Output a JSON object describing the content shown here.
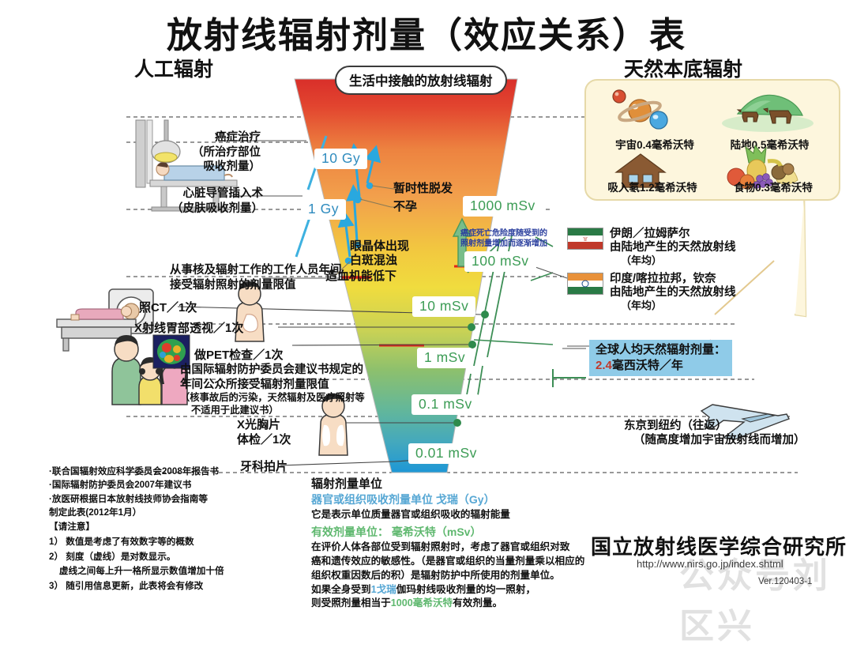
{
  "title": "放射线辐射剂量（效应关系）表",
  "headings": {
    "left": "人工辐射",
    "right": "天然本底辐射",
    "bubble": "生活中接触的放射线辐射"
  },
  "scale": {
    "chips": [
      {
        "label": "10 Gy",
        "unit": "Gy"
      },
      {
        "label": "1 Gy",
        "unit": "Gy"
      },
      {
        "label": "1000 mSv",
        "unit": "mSv"
      },
      {
        "label": "100 mSv",
        "unit": "mSv"
      },
      {
        "label": "10 mSv",
        "unit": "mSv"
      },
      {
        "label": "1 mSv",
        "unit": "mSv"
      },
      {
        "label": "0.1 mSv",
        "unit": "mSv"
      },
      {
        "label": "0.01 mSv",
        "unit": "mSv"
      }
    ]
  },
  "left_annotations": {
    "cancer_therapy": "癌症治疗",
    "cancer_therapy_sub1": "（所治疗部位",
    "cancer_therapy_sub2": "吸收剂量）",
    "cardiac": "心脏导管插入术",
    "cardiac_sub": "（皮肤吸收剂量）",
    "worker_limit_1": "从事核及辐射工作的工作人员年间",
    "worker_limit_2": "接受辐射照射的剂量限值",
    "ct": "照CT／1次",
    "stomach_xray": "X射线胃部透视／1次",
    "pet": "做PET检查／1次",
    "icrp_1": "由国际辐射防护委员会建议书规定的",
    "icrp_2": "年间公众所接受辐射剂量限值",
    "icrp_3": "（核事故后的污染，天然辐射及医疗照射等",
    "icrp_4": "不适用于此建议书）",
    "chest_xray_1": "X光胸片",
    "chest_xray_2": "体检／1次",
    "dental": "牙科拍片"
  },
  "effects": {
    "hair_loss": "暂时性脱发",
    "infertility": "不孕",
    "cataract_1": "眼晶体出现",
    "cataract_2": "白斑混浊",
    "blood": "造血机能低下",
    "risk_1": "癌症死亡危险度随受到的",
    "risk_2": "照射剂量增加而逐渐增加"
  },
  "natural": {
    "cells": [
      {
        "icon": "planets-icon",
        "label": "宇宙0.4毫希沃特"
      },
      {
        "icon": "grassland-icon",
        "label": "陆地0.5毫希沃特"
      },
      {
        "icon": "house-icon",
        "label": "吸入氡1.2毫希沃特"
      },
      {
        "icon": "food-icon",
        "label": "食物0.3毫希沃特"
      }
    ]
  },
  "legend": {
    "iran": {
      "name": "伊朗／拉姆萨尔",
      "desc": "由陆地产生的天然放射线",
      "sub": "（年均）"
    },
    "india": {
      "name": "印度/喀拉拉邦，钦奈",
      "desc": "由陆地产生的天然放射线",
      "sub": "（年均）"
    }
  },
  "world_average": {
    "line1": "全球人均天然辐射剂量：",
    "value": "2.4",
    "line2_rest": "毫西沃特／年"
  },
  "plane": {
    "line1": "东京到纽约（往返）",
    "line2": "（随高度增加宇宙放射线而增加）"
  },
  "notes": {
    "sources": [
      "·联合国辐射效应科学委员会2008年报告书",
      "·国际辐射防护委员会2007年建议书",
      "·放医研根据日本放射线技师协会指南等",
      " 制定此表(2012年1月）"
    ],
    "caution_title": "【请注意】",
    "caution_items": [
      "1） 数值是考虑了有效数字等的概数",
      "2） 刻度（虚线）是对数显示。",
      "    虚线之间每上升一格所显示数值增加十倍",
      "3） 随引用信息更新，此表将会有修改"
    ]
  },
  "units": {
    "header": "辐射剂量单位",
    "gy_title": "器官或组织吸收剂量单位 戈瑞（Gy）",
    "gy_desc": "它是表示单位质量器官或组织吸收的辐射能量",
    "sv_title": "有效剂量单位： 毫希沃特（mSv）",
    "sv_desc_1": "在评价人体各部位受到辐射照射时，考虑了器官或组织对致",
    "sv_desc_2": "癌和遗传效应的敏感性。（是器官或组织的当量剂量乘以相应的",
    "sv_desc_3": "组织权重因数后的积）是辐射防护中所使用的剂量单位。",
    "sv_desc_4_pre": "如果全身受到",
    "sv_desc_4_gy": "1戈瑞",
    "sv_desc_4_post": "伽玛射线吸收剂量的均一照射，",
    "sv_desc_5_pre": "则受照剂量相当于",
    "sv_desc_5_sv": "1000毫希沃特",
    "sv_desc_5_post": "有效剂量。"
  },
  "footer": {
    "org": "国立放射线医学综合研究所",
    "url": "http://www.nirs.go.jp/index.shtml",
    "version": "Ver.120403-1",
    "watermark": "公众号刘区兴"
  },
  "colors": {
    "funnel_top": "#e0392f",
    "funnel_orange": "#f09a4a",
    "funnel_yellow": "#f2dc3f",
    "funnel_green": "#86bf6a",
    "funnel_teal": "#4fb3b8",
    "funnel_blue": "#2a9cd4",
    "gy_text": "#2e8bbe",
    "msv_text": "#3c9c55",
    "highlight_bg": "#8fcbe8",
    "highlight_num": "#c0392b",
    "natural_box": "#fdf6dd",
    "limit_red": "#e2231a",
    "arrow_cyan": "#29a8df",
    "arrow_green": "#4aa36a"
  }
}
